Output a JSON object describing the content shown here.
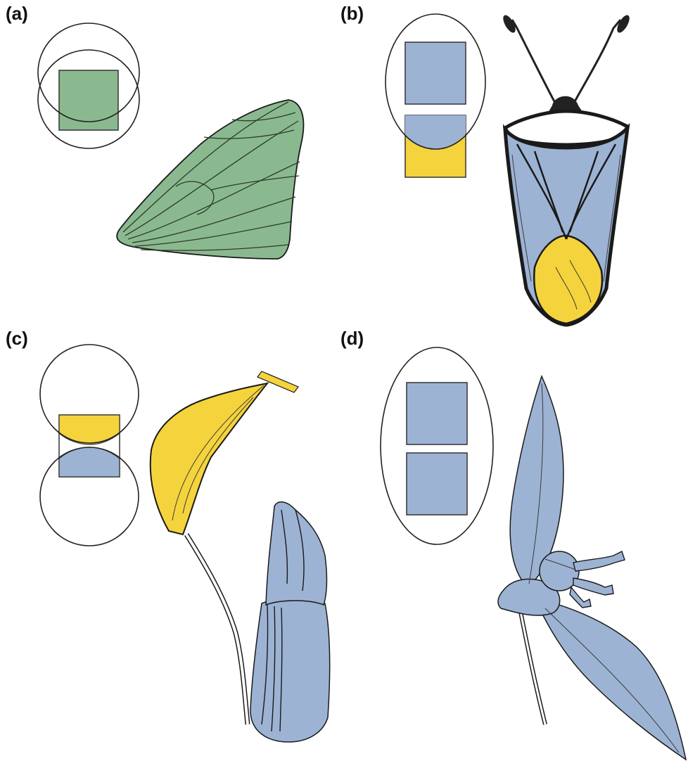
{
  "figure": {
    "colors": {
      "green": "#8bb98f",
      "blue": "#9db3d4",
      "yellow": "#f5d33c",
      "outline": "#1a1a1a",
      "background": "#ffffff"
    },
    "panels": [
      {
        "label": "(a)",
        "subject": "butterfly-wing",
        "color": "green"
      },
      {
        "label": "(b)",
        "subject": "shield-bug",
        "color": "blue-and-yellow"
      },
      {
        "label": "(c)",
        "subject": "pitcher-plant",
        "color": "yellow-and-blue"
      },
      {
        "label": "(d)",
        "subject": "flower-with-leaves",
        "color": "blue"
      }
    ]
  }
}
